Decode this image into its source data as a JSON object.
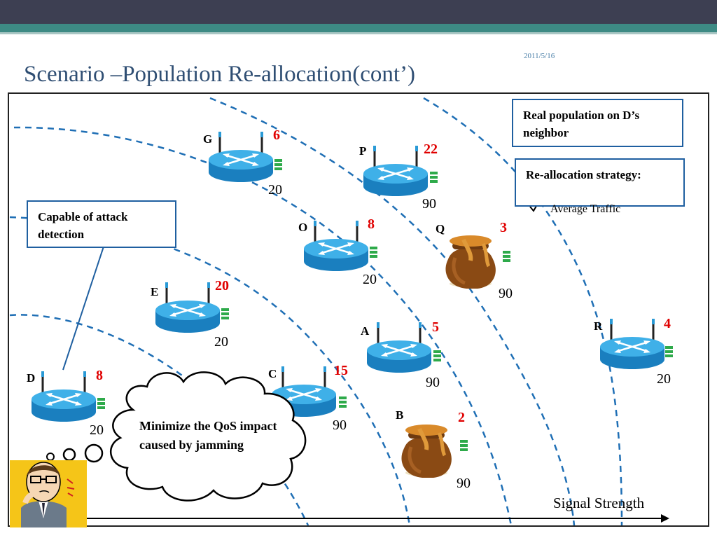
{
  "header": {
    "date": "2011/5/16",
    "title": "Scenario –Population Re-allocation(cont’)"
  },
  "nodes": [
    {
      "id": "G",
      "count": "6",
      "value": "20",
      "kind": "router"
    },
    {
      "id": "P",
      "count": "22",
      "value": "90",
      "kind": "router"
    },
    {
      "id": "O",
      "count": "8",
      "value": "20",
      "kind": "router"
    },
    {
      "id": "Q",
      "count": "3",
      "value": "90",
      "kind": "honeypot"
    },
    {
      "id": "E",
      "count": "20",
      "value": "20",
      "kind": "router"
    },
    {
      "id": "A",
      "count": "5",
      "value": "90",
      "kind": "router"
    },
    {
      "id": "R",
      "count": "4",
      "value": "20",
      "kind": "router"
    },
    {
      "id": "C",
      "count": "15",
      "value": "90",
      "kind": "router"
    },
    {
      "id": "D",
      "count": "8",
      "value": "20",
      "kind": "router"
    },
    {
      "id": "B",
      "count": "2",
      "value": "90",
      "kind": "honeypot"
    }
  ],
  "callouts": {
    "real_population": "Real population on D’s neighbor",
    "strategy_title": "Re-allocation strategy:",
    "strategy_item": "Average Traffic",
    "attack_detection": "Capable of attack detection",
    "thought": "Minimize the QoS impact caused by jamming"
  },
  "axis": {
    "label": "Signal Strength"
  },
  "colors": {
    "dashed_arc": "#1f6fb5",
    "count": "#e00000",
    "box_border": "#1f5fa0",
    "router": "#2a9ad6",
    "traffic_bars": "#2eaa4a"
  },
  "icons": [
    "router-icon",
    "honeypot-icon",
    "traffic-bars-icon",
    "thinking-man-icon",
    "checkmark-icon"
  ]
}
